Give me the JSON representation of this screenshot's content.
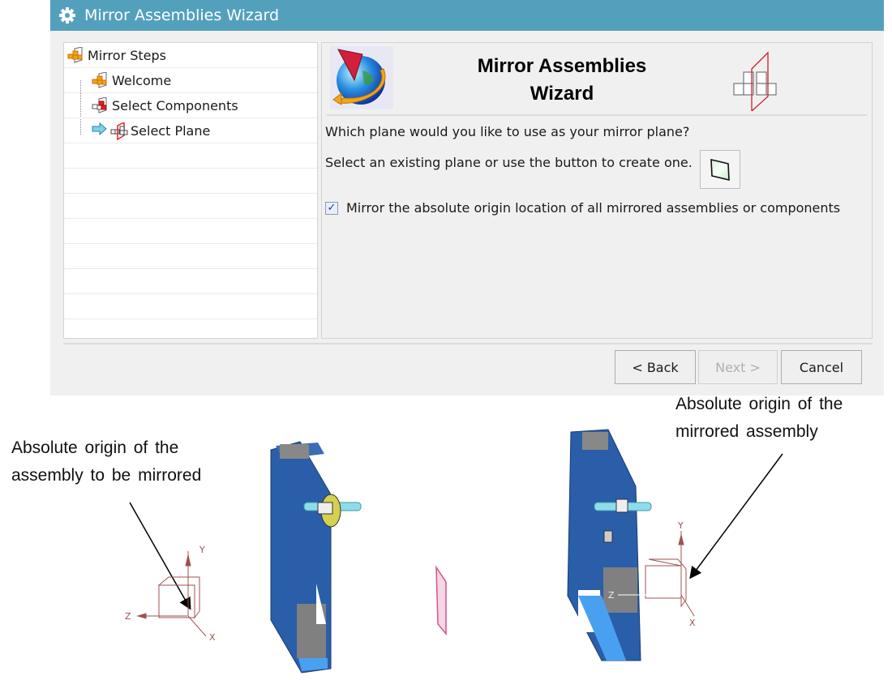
{
  "dialog": {
    "title": "Mirror Assemblies Wizard",
    "title_icon": "gear-icon",
    "colors": {
      "titlebar": "#53a0bd",
      "background": "#f0f0f0"
    }
  },
  "steps_tree": {
    "root": {
      "label": "Mirror Steps",
      "icon": "mirror-assembly-icon"
    },
    "items": [
      {
        "label": "Welcome",
        "icon": "mirror-assembly-icon",
        "current": false
      },
      {
        "label": "Select Components",
        "icon": "select-components-icon",
        "current": false
      },
      {
        "label": "Select Plane",
        "icon": "select-plane-icon",
        "current": true,
        "indicator": "current-step-arrow-icon"
      }
    ]
  },
  "main": {
    "header_title": "Mirror Assemblies Wizard",
    "header_title_line1": "Mirror Assemblies",
    "header_title_line2": "Wizard",
    "question": "Which plane would you like to use as your mirror plane?",
    "instruction": "Select an existing plane or use the button to create one.",
    "plane_button_icon": "datum-plane-icon",
    "checkbox": {
      "label": "Mirror the absolute origin location of all mirrored assemblies or components",
      "checked": true
    }
  },
  "buttons": {
    "back": "< Back",
    "next": "Next >",
    "cancel": "Cancel"
  },
  "annotations": {
    "left_line1": "Absolute origin of the",
    "left_line2": "assembly to be mirrored",
    "right_line1": "Absolute origin of the",
    "right_line2": "mirrored assembly"
  },
  "axis_labels": {
    "x": "X",
    "y": "Y",
    "z": "Z"
  }
}
